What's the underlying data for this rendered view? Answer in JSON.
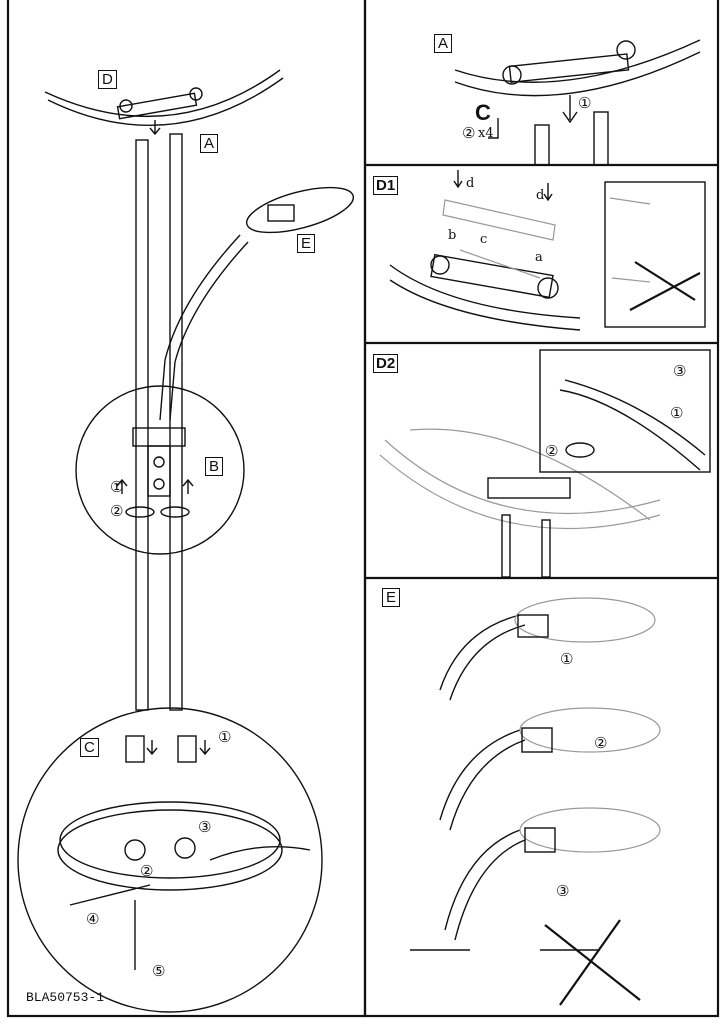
{
  "document_code": "BLA50753-1",
  "panels": {
    "D": "D",
    "A": "A",
    "E": "E",
    "B": "B",
    "C": "C",
    "D1": "D1",
    "D2": "D2"
  },
  "step_marks": {
    "one": "①",
    "two": "②",
    "three": "③",
    "four": "④",
    "five": "⑤"
  },
  "tool_label": "C",
  "quantity": "x4",
  "d1_letters": {
    "a": "a",
    "b": "b",
    "c": "c",
    "d": "d"
  }
}
